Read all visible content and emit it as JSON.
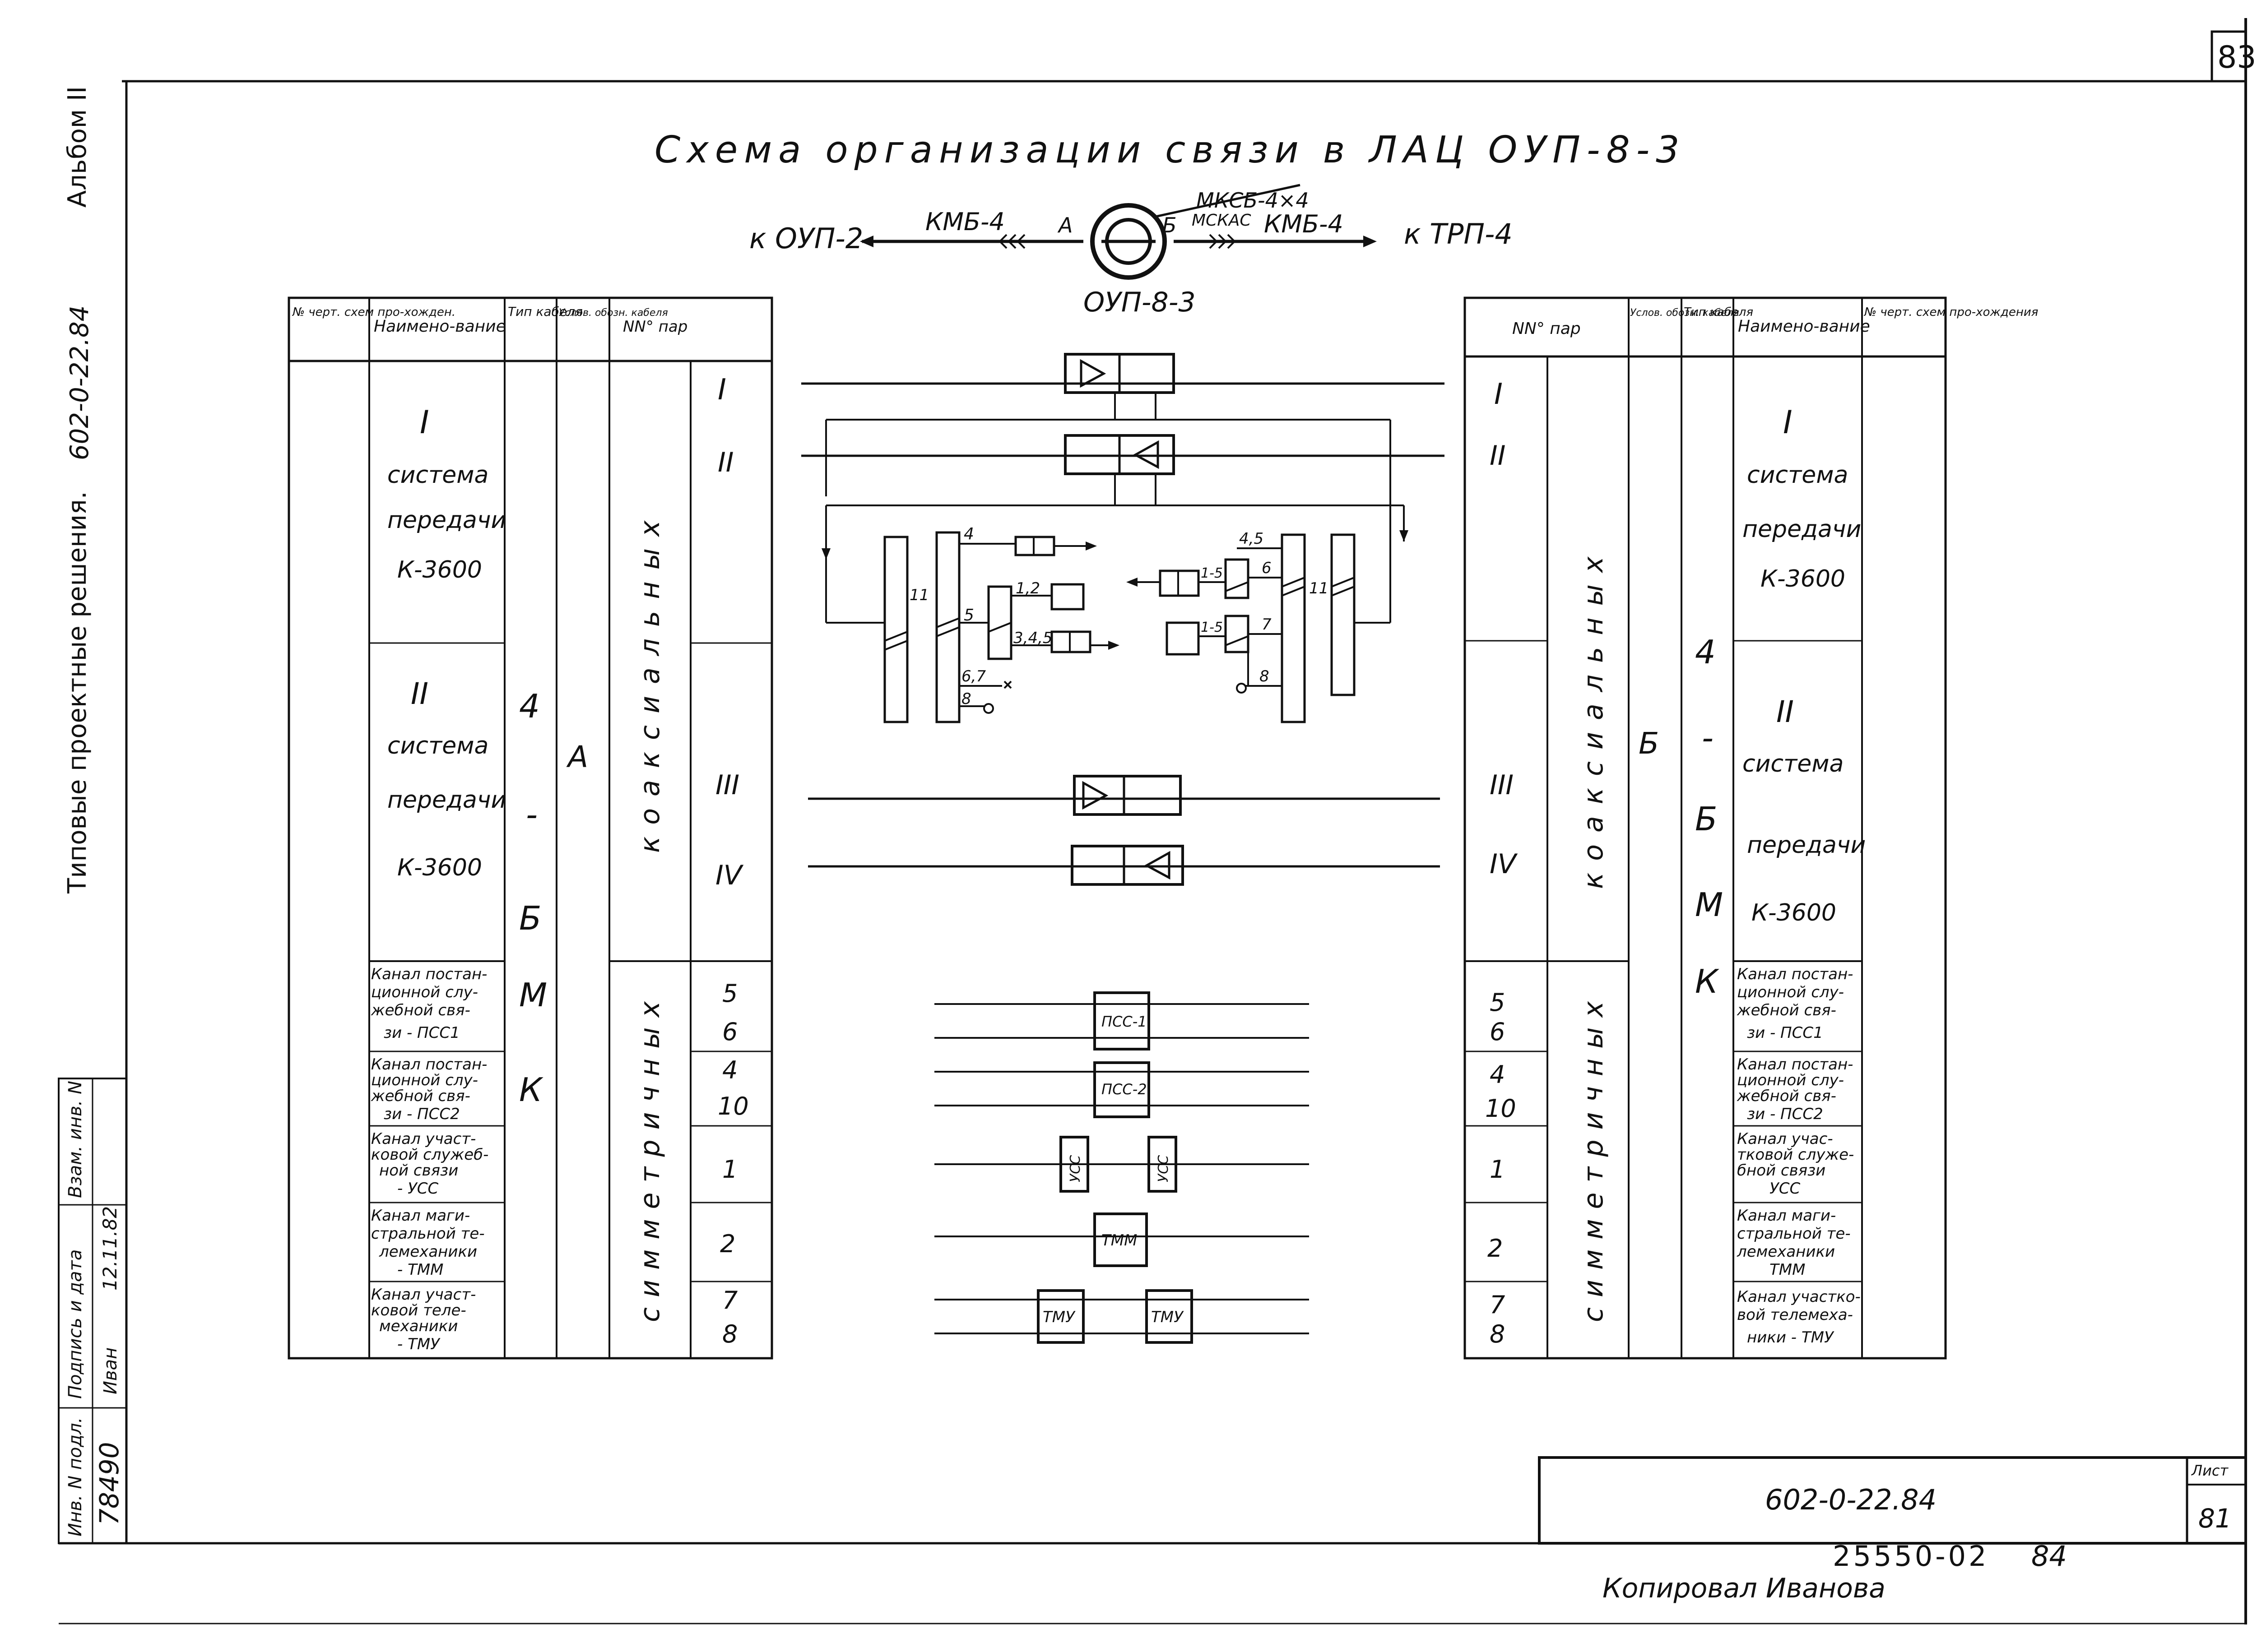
{
  "page": {
    "sheet_number": "83",
    "album": "Альбом II",
    "series": "Типовые проектные решения.",
    "series_code": "602-0-22.84",
    "title": "Схема организации связи в ЛАЦ ОУП-8-3",
    "drawing_code": "602-0-22.84",
    "list_label": "Лист",
    "list_number": "81",
    "archive_number": "25550-02",
    "archive_suffix": "84",
    "copied_by": "Копировал Иванова",
    "signature": "Иван"
  },
  "stamp": {
    "inv_label": "Инв. N подл.",
    "inv_value": "78490",
    "sign_label": "Подпись и дата",
    "sign_date": "12.11.82",
    "vzam_label": "Взам. инв. N"
  },
  "line": {
    "left_station": "к ОУП-2",
    "left_cable": "КМБ-4",
    "side_a": "А",
    "side_b": "Б",
    "cable_top": "МКСБ-4×4",
    "cable_b": "МСКАС",
    "right_cable": "КМБ-4",
    "right_station": "к ТРП-4",
    "station": "ОУП-8-3"
  },
  "left_table": {
    "headers": [
      "№ черт. схем про-хожден.",
      "Наимено-вание",
      "Тип кабеля",
      "Услов. обозн. кабеля",
      "NN° пар"
    ],
    "cable_type": [
      "К",
      "М",
      "Б",
      "-",
      "4"
    ],
    "cable_symbol": "А",
    "coax_label": "коаксиальных",
    "sym_label": "симметричных",
    "system1": [
      "I",
      "система",
      "передачи",
      "К-3600"
    ],
    "system2": [
      "II",
      "система",
      "передачи",
      "К-3600"
    ],
    "pairs_coax": [
      "I",
      "II",
      "III",
      "IV"
    ],
    "channels": [
      {
        "lines": [
          "Канал постан-",
          "ционной слу-",
          "жебной свя-",
          "зи - ПСС1"
        ],
        "pairs": [
          "5",
          "6"
        ]
      },
      {
        "lines": [
          "Канал постан-",
          "ционной слу-",
          "жебной свя-",
          "зи - ПСС2"
        ],
        "pairs": [
          "4",
          "10"
        ]
      },
      {
        "lines": [
          "Канал участ-",
          "ковой служеб-",
          "ной связи",
          "- УСС"
        ],
        "pairs": [
          "1"
        ]
      },
      {
        "lines": [
          "Канал маги-",
          "стральной те-",
          "лемеханики",
          "- ТММ"
        ],
        "pairs": [
          "2"
        ]
      },
      {
        "lines": [
          "Канал участ-",
          "ковой теле-",
          "механики",
          "- ТМУ"
        ],
        "pairs": [
          "7",
          "8"
        ]
      }
    ]
  },
  "right_table": {
    "headers": [
      "NN° пар",
      "Услов. обозн. кабеля",
      "Тип кабеля",
      "Наимено-вание",
      "№ черт. схем про-хождения"
    ],
    "cable_type": [
      "К",
      "М",
      "Б",
      "-",
      "4"
    ],
    "cable_symbol": "Б",
    "coax_label": "коаксиальных",
    "sym_label": "симметричных",
    "system1": [
      "I",
      "система",
      "передачи",
      "К-3600"
    ],
    "system2": [
      "II",
      "система",
      "передачи",
      "К-3600"
    ],
    "pairs_coax": [
      "I",
      "II",
      "III",
      "IV"
    ],
    "channels": [
      {
        "lines": [
          "Канал постан-",
          "ционной слу-",
          "жебной свя-",
          "зи - ПСС1"
        ],
        "pairs": [
          "5",
          "6"
        ]
      },
      {
        "lines": [
          "Канал постан-",
          "ционной слу-",
          "жебной свя-",
          "зи - ПСС2"
        ],
        "pairs": [
          "4",
          "10"
        ]
      },
      {
        "lines": [
          "Канал учас-",
          "тковой служе-",
          "бной связи",
          "УСС"
        ],
        "pairs": [
          "1"
        ]
      },
      {
        "lines": [
          "Канал маги-",
          "стральной те-",
          "лемеханики",
          "ТММ"
        ],
        "pairs": [
          "2"
        ]
      },
      {
        "lines": [
          "Канал участко-",
          "вой телемеха-",
          "ники - ТМУ"
        ],
        "pairs": [
          "7",
          "8"
        ]
      }
    ]
  },
  "schematic": {
    "left_pair_labels": [
      "4",
      "5",
      "1,2",
      "3,4,5",
      "6,7",
      "8",
      "11"
    ],
    "right_pair_labels": [
      "4,5",
      "1-5",
      "6",
      "1-5",
      "7",
      "8",
      "11"
    ],
    "blocks": [
      "ПСС-1",
      "ПСС-2",
      "УСС",
      "УСС",
      "ТММ",
      "ТМУ",
      "ТМУ"
    ]
  }
}
